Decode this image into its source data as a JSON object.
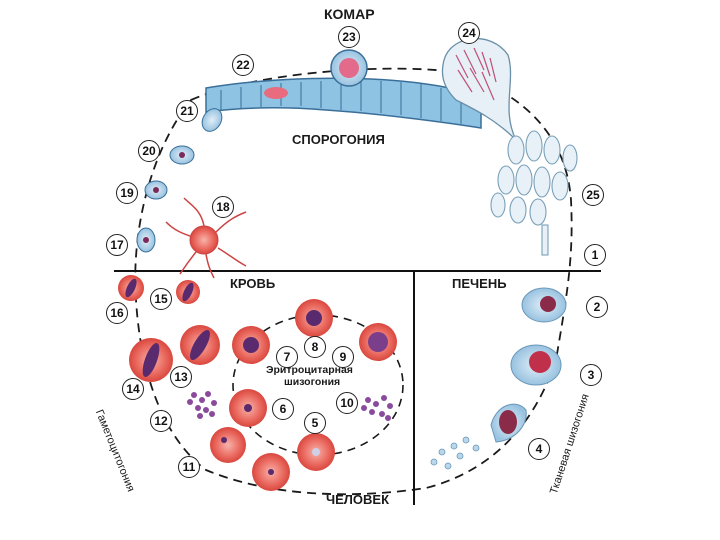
{
  "labels": {
    "mosquito": "КОМАР",
    "sporogony": "СПОРОГОНИЯ",
    "blood": "КРОВЬ",
    "liver": "ПЕЧЕНЬ",
    "human": "ЧЕЛОВЕК",
    "erythro_line1": "Эритроцитарная",
    "erythro_line2": "шизогония",
    "gametocytogony": "Гаметоцитогония",
    "tissue_schizogony": "Тканевая шизогония"
  },
  "stage_numbers": [
    "1",
    "2",
    "3",
    "4",
    "5",
    "6",
    "7",
    "8",
    "9",
    "10",
    "11",
    "12",
    "13",
    "14",
    "15",
    "16",
    "17",
    "18",
    "19",
    "20",
    "21",
    "22",
    "23",
    "24",
    "25"
  ],
  "colors": {
    "cycle_line": "#1a1a1a",
    "erythrocyte": "#e8564d",
    "erythrocyte_light": "#f3a29a",
    "nucleus": "#5a2a6e",
    "tissue_cell": "#b9d6ea",
    "gut_cell": "#8fc3e4"
  }
}
